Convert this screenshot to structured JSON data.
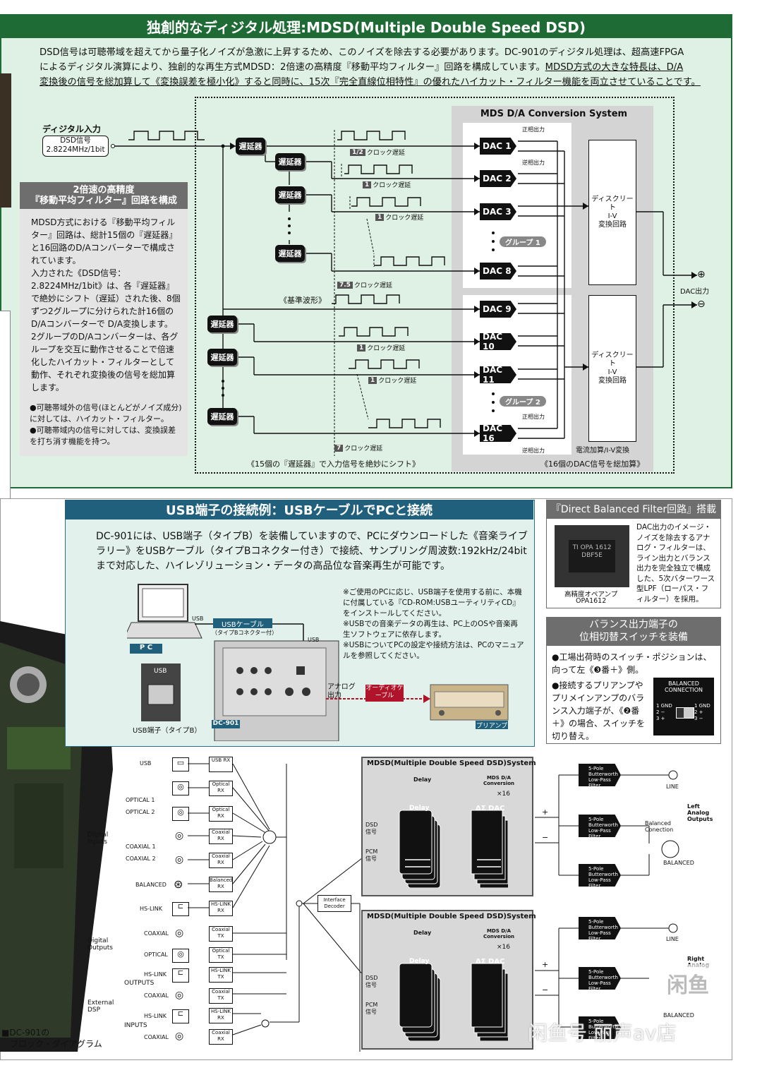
{
  "top": {
    "title": "独創的なディジタル処理:MDSD(Multiple Double Speed DSD)",
    "intro_a": "DSD信号は可聴帯域を超えてから量子化ノイズが急激に上昇するため、このノイズを除去する必要があります。DC-901のディジタル処理は、超高速FPGA",
    "intro_b": "によるディジタル演算により、独創的な再生方式MDSD：2倍速の高精度『移動平均フィルター』回路を構成しています。",
    "intro_c": "MDSD方式の大きな特長は、D/A",
    "intro_d": "変換後の信号を総加算して《変換誤差を極小化》すると同時に、15次『完全直線位相特性』の優れたハイカット・フィルター機能を両立させていることです。",
    "digital_input": "ディジタル入力",
    "dsd_signal": "DSD信号",
    "dsd_rate": "2.8224MHz/1bit",
    "system_name": "MDS D/A Conversion System",
    "delay": "遅延器",
    "dacs": [
      "DAC 1",
      "DAC 2",
      "DAC 3",
      "DAC 8",
      "DAC 9",
      "DAC 10",
      "DAC 11",
      "DAC 16"
    ],
    "group1": "グループ 1",
    "group2": "グループ 2",
    "positive_out": "正相出力",
    "negative_out": "逆相出力",
    "iv_line1": "ディスクリート",
    "iv_line2": "I-V",
    "iv_line3": "変換回路",
    "dac_out": "DAC出力",
    "plus": "⊕",
    "minus": "⊖",
    "sum_iv": "電流加算/I-V変換",
    "half_clock": "1/2",
    "one_clock": "1",
    "seven_five": "7.5",
    "seven": "7",
    "clock_delay": "クロック遅延",
    "reference": "《基準波形》",
    "shift_caption": "《15個の『遅延器』で入力信号を絶妙にシフト》",
    "sum_caption": "《16個のDAC信号を総加算》",
    "side_title_1": "2倍速の高精度",
    "side_title_2": "『移動平均フィルター』回路を構成",
    "side_p1": "MDSD方式における『移動平均フィルター』回路は、総計15個の『遅延器』と16回路のD/Aコンバーターで構成されています。",
    "side_p2": "入力された《DSD信号：2.8224MHz/1bit》は、各『遅延器』で絶妙にシフト（遅延）された後、8個ずつ2グループに分けられた計16個のD/Aコンバーターで D/A変換します。",
    "side_p3": "2グループのD/Aコンバーターは、各グループを交互に動作させることで倍速化したハイカット・フィルターとして動作、それぞれ変換後の信号を総加算します。",
    "side_n1": "●可聴帯域外の信号(ほとんどがノイズ成分)に対しては、ハイカット・フィルター。",
    "side_n2": "●可聴帯域内の信号に対しては、変換誤差を打ち消す機能を持つ。"
  },
  "usb": {
    "title": "USB端子の接続例：USBケーブルでPCと接続",
    "text": "DC-901には、USB端子（タイプB）を装備していますので、PCにダウンロードした《音楽ライブラリー》をUSBケーブル（タイプBコネクター付き）で接続、サンプリング周波数:192kHz/24bitまで対応した、ハイレゾリューション・データの高品位な音楽再生が可能です。",
    "note1": "※ご使用のPCに応じ、USB端子を使用する前に、本機に付属している『CD-ROM:USBユーティリティCD』をインストールしてください。",
    "note2": "※USBでの音楽データの再生は、PC上のOSや音楽再生ソフトウェアに依存します。",
    "note3": "※USBについてPCの設定や接続方法は、PCのマニュアルを参照してください。",
    "pc": "P C",
    "usb_label": "USB",
    "usb_cable": "USBケーブル",
    "usb_cable_sub": "（タイプBコネクター付）",
    "usb_port": "USB端子（タイプB）",
    "analog_out": "アナログ出力",
    "audio_cable": "オーディオケーブル",
    "preamp": "プリアンプ",
    "dc901": "DC-901"
  },
  "direct": {
    "title": "『Direct Balanced Filter回路』搭載",
    "text": "DAC出力のイメージ・ノイズを除去するアナログ・フィルターは、ライン出力とバランス出力を完全独立で構成した、5次バターワース型LPF（ローパス・フィルター）を採用。",
    "chip": "高精度オペアンプ",
    "chip_name": "OPA1612",
    "chip_mark": "TI OPA 1612 DBF5E"
  },
  "balance": {
    "title_1": "バランス出力端子の",
    "title_2": "位相切替スイッチを装備",
    "p1": "●工場出荷時のスイッチ・ポジションは、向って左《❸番＋》側。",
    "p2": "●接続するプリアンプやプリメインアンプのバランス入力端子が、《❷番＋》の場合、スイッチを切り替え。",
    "sw_title": "BALANCED CONNECTION",
    "sw_left": "1 GND\n2 −\n3 +",
    "sw_right": "1 GND\n2 +\n3 −"
  },
  "block": {
    "caption_1": "■DC-901の",
    "caption_2": "ブロック・ダイアグラム",
    "digital_inputs": "Digital Inputs",
    "digital_outputs": "Digital Outputs",
    "external_dsp": "External DSP",
    "inputs": [
      {
        "label": "USB",
        "rx": "USB RX"
      },
      {
        "label": "OPTICAL 1",
        "rx": "Optical RX"
      },
      {
        "label": "OPTICAL 2",
        "rx": "Optical RX"
      },
      {
        "label": "COAXIAL 1",
        "rx": "Coaxial RX"
      },
      {
        "label": "COAXIAL 2",
        "rx": "Coaxial RX"
      },
      {
        "label": "BALANCED",
        "rx": "Balanced RX"
      },
      {
        "label": "HS-LINK",
        "rx": "HS-LINK RX"
      }
    ],
    "outputs": [
      {
        "label": "COAXIAL",
        "rx": "Coaxial TX"
      },
      {
        "label": "OPTICAL",
        "rx": "Optical TX"
      }
    ],
    "dsp_out": [
      {
        "label": "HS-LINK",
        "rx": "HS-LINK TX"
      },
      {
        "label": "COAXIAL",
        "rx": "Coaxial TX"
      }
    ],
    "dsp_in": [
      {
        "label": "HS-LINK",
        "rx": "HS-LINK RX"
      },
      {
        "label": "COAXIAL",
        "rx": "Coaxial RX"
      }
    ],
    "outputs_label": "OUTPUTS",
    "inputs_label": "INPUTS",
    "interface": "Interface Decoder",
    "mdsd_title": "MDSD(Multiple Double Speed DSD)System",
    "delay_col": "Delay",
    "mds_col": "MDS D/A Conversion",
    "x16": "×16",
    "delay_chip": "Delay",
    "dac_chip": "ΔΣ DAC",
    "dsd": "DSD 信号",
    "pcm": "PCM 信号",
    "lpf": "5-Pole Butterworth Low-Pass Filter",
    "line": "LINE",
    "balanced": "BALANCED",
    "balanced_conn": "Balanced Conection",
    "left_out": "Left Analog Outputs",
    "right_out": "Right Analog",
    "plus": "+",
    "minus": "−"
  },
  "watermark": "闲鱼号 丽声av店",
  "watermark_logo": "闲鱼"
}
